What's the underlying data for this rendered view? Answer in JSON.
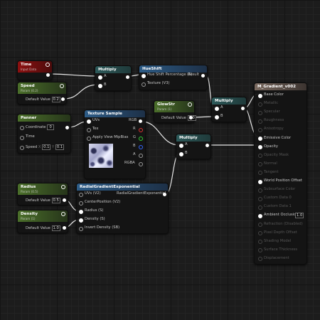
{
  "graph": {
    "time": {
      "title": "Time",
      "subtitle": "Input Data"
    },
    "speed": {
      "title": "Speed",
      "subtitle": "Param (0.2)",
      "default_label": "Default Value",
      "default_value": "0.2"
    },
    "multiply1": {
      "title": "Multiply",
      "a": "A",
      "b": "B"
    },
    "hueshift": {
      "title": "HueShift",
      "in1": "Hue Shift Percentage (S)",
      "in2": "Texture (V3)",
      "out": "Result"
    },
    "glowstr": {
      "title": "GlowStr",
      "subtitle": "Param (1)",
      "default_label": "Default Value",
      "default_value": "1.0"
    },
    "multiply2": {
      "title": "Multiply",
      "a": "A",
      "b": "B"
    },
    "panner": {
      "title": "Panner",
      "coord_label": "Coordinate",
      "coord_value": "0",
      "time_label": "Time",
      "speed_label": "Speed",
      "speed_x_label": "X",
      "speed_x": "0.1",
      "speed_y_label": "Y",
      "speed_y": "0.1"
    },
    "texsample": {
      "title": "Texture Sample",
      "uvs": "UVs",
      "tex": "Tex",
      "mip": "Apply View MipBias",
      "rgb": "RGB",
      "r": "R",
      "g": "G",
      "b": "B",
      "a": "A",
      "rgba": "RGBA"
    },
    "multiply3": {
      "title": "Multiply",
      "a": "A",
      "b": "B"
    },
    "radius": {
      "title": "Radius",
      "subtitle": "Param (0.5)",
      "default_label": "Default Value",
      "default_value": "0.5"
    },
    "density": {
      "title": "Density",
      "subtitle": "Param (1)",
      "default_label": "Default Value",
      "default_value": "1.0"
    },
    "radial": {
      "title": "RadialGradientExponential",
      "uvs": "UVs (V2)",
      "center": "CenterPosition (V2)",
      "radius": "Radius (S)",
      "density": "Density (S)",
      "invert": "Invert Density (SB)",
      "out": "RadialGradientExponential"
    },
    "material": {
      "title": "M_Gradient_v002",
      "inputs": [
        {
          "label": "Base Color",
          "active": true
        },
        {
          "label": "Metallic",
          "active": false
        },
        {
          "label": "Specular",
          "active": false
        },
        {
          "label": "Roughness",
          "active": false
        },
        {
          "label": "Anisotropy",
          "active": false
        },
        {
          "label": "Emissive Color",
          "active": true
        },
        {
          "label": "Opacity",
          "active": true
        },
        {
          "label": "Opacity Mask",
          "active": false
        },
        {
          "label": "Normal",
          "active": false
        },
        {
          "label": "Tangent",
          "active": false
        },
        {
          "label": "World Position Offset",
          "active": true
        },
        {
          "label": "Subsurface Color",
          "active": false
        },
        {
          "label": "Custom Data 0",
          "active": false
        },
        {
          "label": "Custom Data 1",
          "active": false
        },
        {
          "label": "Ambient Occlusion",
          "active": true,
          "value": "1.0"
        },
        {
          "label": "Refraction (Disabled)",
          "active": false
        },
        {
          "label": "Pixel Depth Offset",
          "active": false
        },
        {
          "label": "Shading Model",
          "active": false
        },
        {
          "label": "Surface Thickness",
          "active": false
        },
        {
          "label": "Displacement",
          "active": false
        }
      ]
    }
  },
  "colors": {
    "wire": "#ffffff",
    "param_header": "#4b6f2a",
    "time_header": "#8d1010",
    "function_header": "#2d5c87",
    "math_header": "#2d5a5a",
    "material_header": "#7a6a60"
  }
}
